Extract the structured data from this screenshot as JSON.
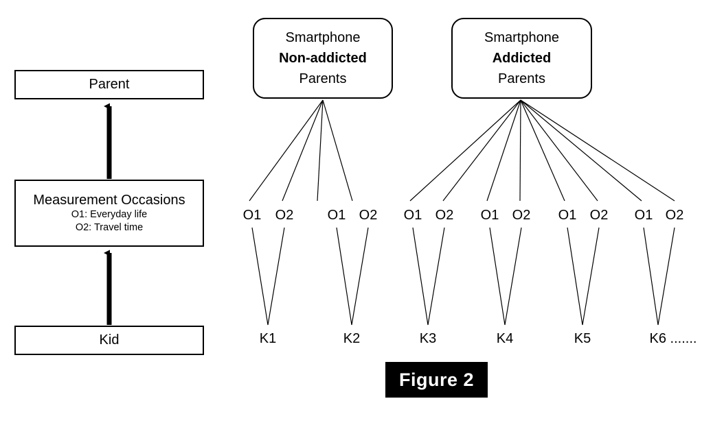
{
  "figure": {
    "caption": "Figure 2"
  },
  "legend": {
    "parent": {
      "title": "Parent"
    },
    "measurement": {
      "title": "Measurement Occasions",
      "lines": [
        "O1: Everyday life",
        "O2: Travel time"
      ]
    },
    "kid": {
      "title": "Kid"
    },
    "arrows": [
      {
        "name": "kid-to-measurement",
        "direction": "up"
      },
      {
        "name": "measurement-to-parent",
        "direction": "up"
      }
    ]
  },
  "tree": {
    "groups": [
      {
        "id": "nonaddicted",
        "lines": [
          "Smartphone",
          "Non-addicted",
          "Parents"
        ],
        "bold_line_index": 1,
        "kid_count": 2
      },
      {
        "id": "addicted",
        "lines": [
          "Smartphone",
          "Addicted",
          "Parents"
        ],
        "bold_line_index": 1,
        "kid_count": 4
      }
    ],
    "occasion_labels": [
      "O1",
      "O2",
      "O1",
      "O2",
      "O1",
      "O2",
      "O1",
      "O2",
      "O1",
      "O2",
      "O1",
      "O2"
    ],
    "kid_labels": [
      "K1",
      "K2",
      "K3",
      "K4",
      "K5",
      "K6 ......."
    ]
  },
  "colors": {
    "stroke": "#000000",
    "background": "#ffffff",
    "caption_background": "#000000",
    "caption_text": "#ffffff"
  }
}
